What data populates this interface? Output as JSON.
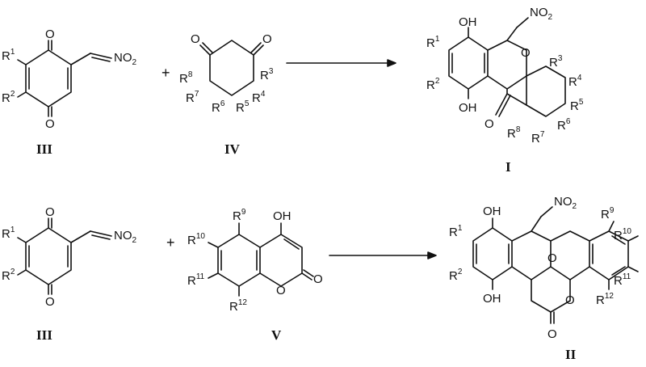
{
  "compounds": {
    "III": "III",
    "IV": "IV",
    "I": "I",
    "V": "V",
    "II": "II"
  },
  "plus": "+",
  "atoms": {
    "O": "O",
    "OH": "OH",
    "NO": "NO",
    "sub2": "2",
    "R": "R"
  },
  "r_numbers": {
    "r1": "1",
    "r2": "2",
    "r3": "3",
    "r4": "4",
    "r5": "5",
    "r6": "6",
    "r7": "7",
    "r8": "8",
    "r9": "9",
    "r10": "10",
    "r11": "11",
    "r12": "12"
  }
}
